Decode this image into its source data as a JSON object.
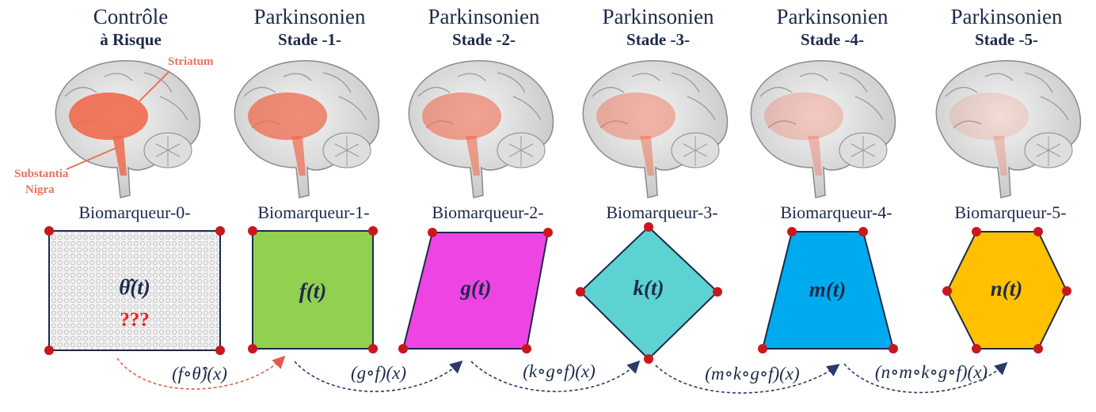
{
  "stages": [
    {
      "title": "Contrôle",
      "subtitle": "à Risque",
      "biomarker": "Biomarqueur-0-",
      "func": "θ̂(t)",
      "mark": "???"
    },
    {
      "title": "Parkinsonien",
      "subtitle": "Stade -1-",
      "biomarker": "Biomarqueur-1-",
      "func": "f(t)",
      "color": "#92d050"
    },
    {
      "title": "Parkinsonien",
      "subtitle": "Stade -2-",
      "biomarker": "Biomarqueur-2-",
      "func": "g(t)",
      "color": "#ee44e4"
    },
    {
      "title": "Parkinsonien",
      "subtitle": "Stade -3-",
      "biomarker": "Biomarqueur-3-",
      "func": "k(t)",
      "color": "#5cd2d2"
    },
    {
      "title": "Parkinsonien",
      "subtitle": "Stade -4-",
      "biomarker": "Biomarqueur-4-",
      "func": "m(t)",
      "color": "#00aaee"
    },
    {
      "title": "Parkinsonien",
      "subtitle": "Stade -5-",
      "biomarker": "Biomarqueur-5-",
      "func": "n(t)",
      "color": "#ffc000"
    }
  ],
  "brain_labels": {
    "striatum": "Striatum",
    "substantia_line1": "Substantia",
    "substantia_line2": "Nigra"
  },
  "compositions": [
    "(f∘θ̂)(x)",
    "(g∘f)(x)",
    "(k∘g∘f)(x)",
    "(m∘k∘g∘f)(x)",
    "(n∘m∘k∘g∘f)(x)"
  ],
  "colors": {
    "text": "#1c2a4a",
    "vertex": "#c8181e",
    "highlight": "#e8735b",
    "arrow_first": "#e55a4a",
    "arrow": "#2a3a6a"
  }
}
